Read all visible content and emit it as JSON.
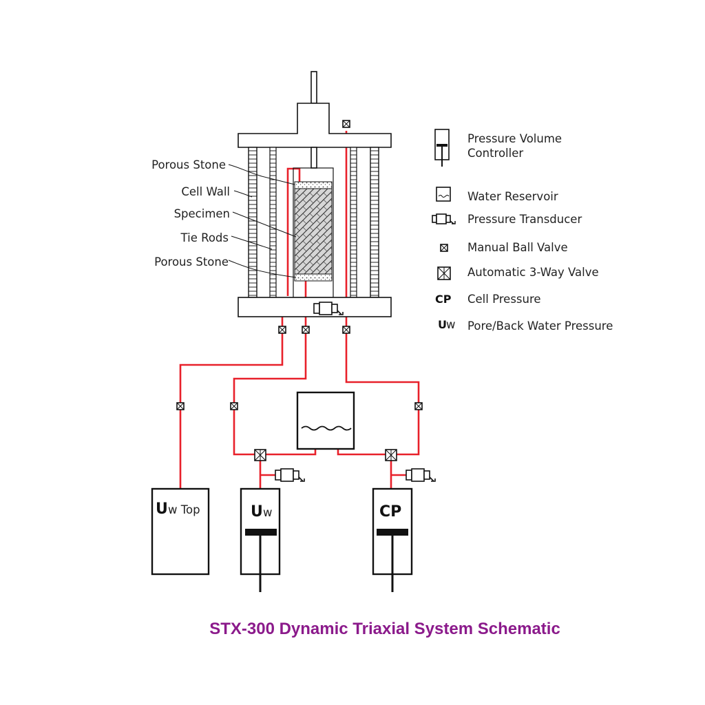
{
  "title": "STX-300 Dynamic Triaxial System Schematic",
  "colors": {
    "pipe": "#e8202a",
    "title": "#8b1a8b",
    "line": "#111111"
  },
  "callouts": {
    "porous_stone_top": "Porous Stone",
    "cell_wall": "Cell Wall",
    "specimen": "Specimen",
    "tie_rods": "Tie Rods",
    "porous_stone_bottom": "Porous Stone"
  },
  "legend": {
    "pvc": {
      "icon": "pressure-volume-controller-icon",
      "line1": "Pressure Volume",
      "line2": "Controller"
    },
    "reservoir": {
      "icon": "water-reservoir-icon",
      "label": "Water Reservoir"
    },
    "transducer": {
      "icon": "pressure-transducer-icon",
      "label": "Pressure Transducer"
    },
    "ball_valve": {
      "icon": "manual-ball-valve-icon",
      "label": "Manual Ball Valve"
    },
    "three_way": {
      "icon": "automatic-3-way-valve-icon",
      "label": "Automatic 3-Way Valve"
    },
    "cp": {
      "symbol": "CP",
      "label": "Cell Pressure"
    },
    "uw": {
      "symbol_main": "U",
      "symbol_sub": "w",
      "label": "Pore/Back Water Pressure"
    }
  },
  "controllers": {
    "uw_top": {
      "main": "U",
      "sub": "w Top"
    },
    "uw": {
      "main": "U",
      "sub": "w"
    },
    "cp": {
      "main": "CP"
    }
  }
}
